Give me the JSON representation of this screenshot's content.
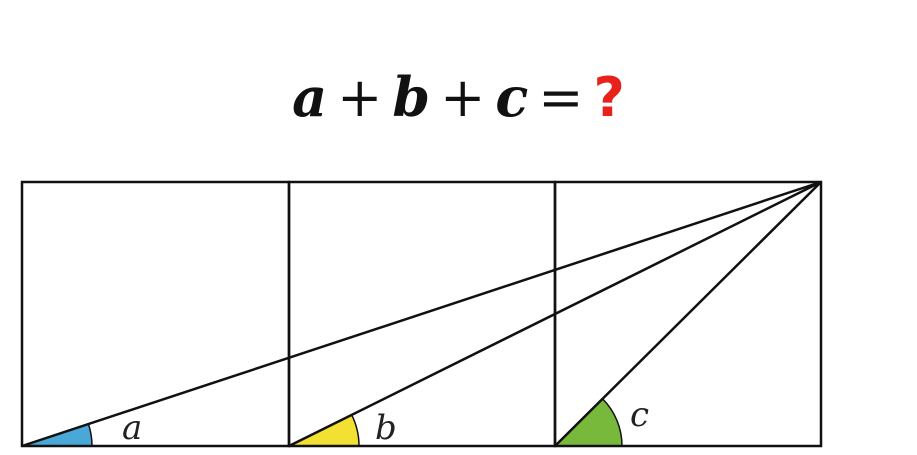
{
  "equation": {
    "var_a": "a",
    "plus_1": "+",
    "var_b": "b",
    "plus_2": "+",
    "var_c": "c",
    "equals": "=",
    "unknown": "?"
  },
  "angles": [
    {
      "label": "a",
      "fill_color": "#4aa8d8"
    },
    {
      "label": "b",
      "fill_color": "#f2e033"
    },
    {
      "label": "c",
      "fill_color": "#78b83a"
    }
  ],
  "colors": {
    "unknown": "#e8211a",
    "line": "#111111"
  },
  "squares": 3
}
